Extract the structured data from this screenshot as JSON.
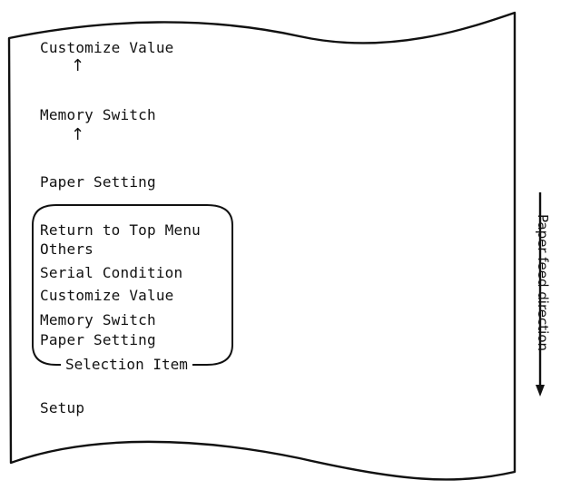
{
  "printout": {
    "top_lines": [
      "Customize Value",
      "Memory Switch",
      "Paper Setting"
    ],
    "up_arrow": "↑",
    "selection_items": [
      "Return to Top Menu",
      "Others",
      "Serial Condition",
      "Customize Value",
      "Memory Switch",
      "Paper Setting"
    ],
    "selection_caption": "Selection Item",
    "bottom_line": "Setup"
  },
  "feed": {
    "label": "Paper feed direction"
  }
}
